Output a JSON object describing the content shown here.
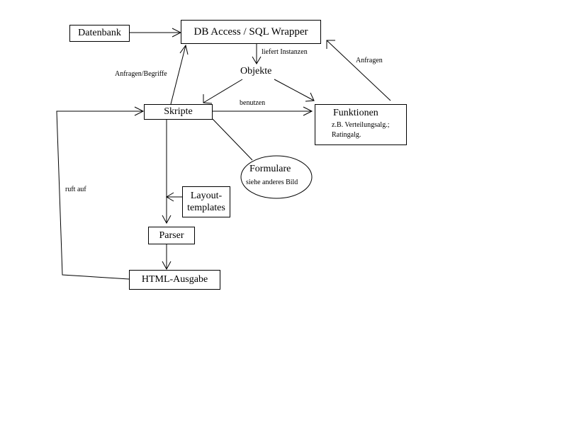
{
  "nodes": {
    "datenbank": "Datenbank",
    "db_access": "DB Access / SQL Wrapper",
    "objekte": "Objekte",
    "skripte": "Skripte",
    "funktionen_title": "Funktionen",
    "funktionen_line1": "z.B. Verteilungsalg.;",
    "funktionen_line2": "Ratingalg.",
    "formulare_title": "Formulare",
    "formulare_sub": "siehe anderes Bild",
    "layout_line1": "Layout-",
    "layout_line2": "templates",
    "parser": "Parser",
    "html_ausgabe": "HTML-Ausgabe"
  },
  "edges": {
    "liefert_instanzen": "liefert Instanzen",
    "anfragen_begriffe": "Anfragen/Begriffe",
    "anfragen": "Anfragen",
    "benutzen": "benutzen",
    "ruft_auf": "ruft auf"
  }
}
